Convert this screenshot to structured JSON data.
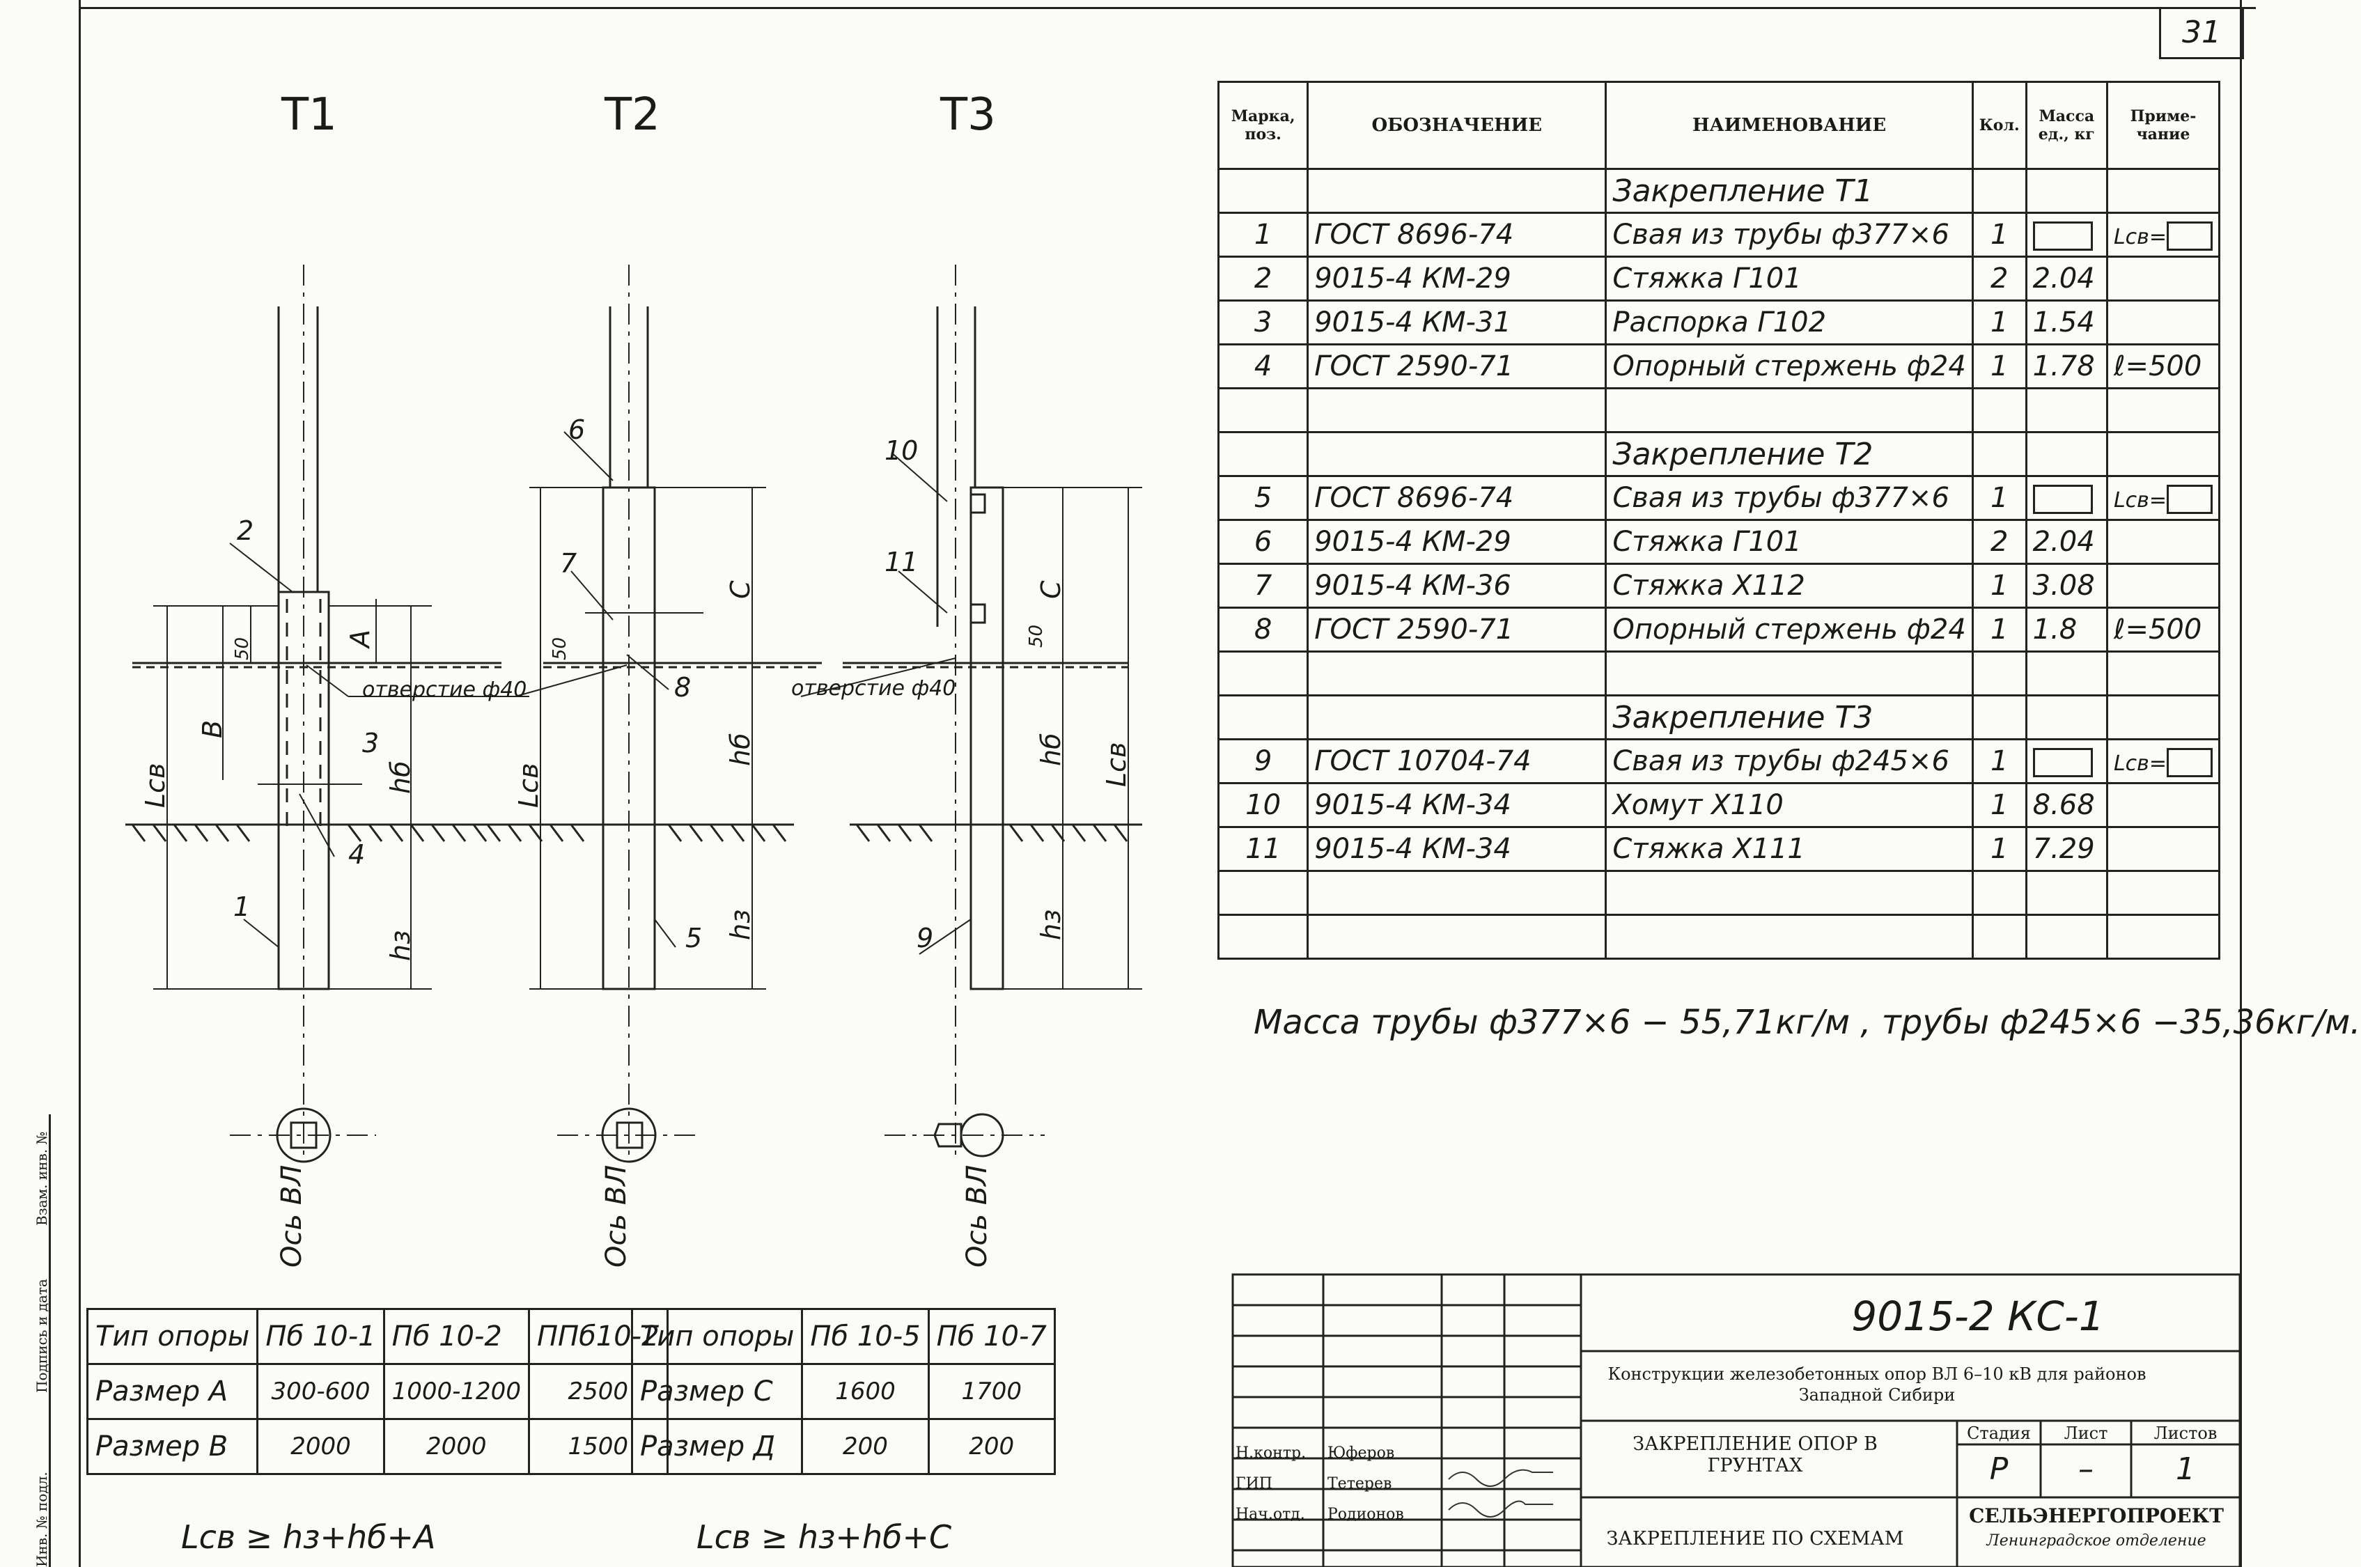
{
  "sheet": {
    "number": "31"
  },
  "diagram": {
    "titles": [
      "T1",
      "T2",
      "T3"
    ],
    "axis_label": "Ось ВЛ",
    "hole_label": "отверстие ф40",
    "dims": {
      "A": "A",
      "B": "B",
      "C": "C",
      "h3": "hз",
      "hb": "hб",
      "lcb": "Lсв",
      "d50": "50"
    },
    "callouts": {
      "t1": [
        "1",
        "2",
        "3",
        "4"
      ],
      "t2": [
        "5",
        "6",
        "7",
        "8"
      ],
      "t3": [
        "9",
        "10",
        "11"
      ]
    }
  },
  "spec_table": {
    "headers": {
      "mark": "Марка, поз.",
      "designation": "ОБОЗНАЧЕНИЕ",
      "name": "НАИМЕНОВАНИЕ",
      "qty": "Кол.",
      "mass": "Масса ед., кг",
      "note": "Приме-чание"
    },
    "rows": [
      {
        "group": "Закрепление Т1"
      },
      {
        "pos": "1",
        "doc": "ГОСТ 8696-74",
        "name": "Свая из трубы ф377×6",
        "qty": "1",
        "mass": "",
        "box": true,
        "note": "Lсв="
      },
      {
        "pos": "2",
        "doc": "9015-4 КМ-29",
        "name": "Стяжка Г101",
        "qty": "2",
        "mass": "2.04",
        "note": ""
      },
      {
        "pos": "3",
        "doc": "9015-4 КМ-31",
        "name": "Распорка Г102",
        "qty": "1",
        "mass": "1.54",
        "note": ""
      },
      {
        "pos": "4",
        "doc": "ГОСТ 2590-71",
        "name": "Опорный стержень ф24",
        "qty": "1",
        "mass": "1.78",
        "note": "ℓ=500"
      },
      {
        "blank": true
      },
      {
        "group": "Закрепление Т2"
      },
      {
        "pos": "5",
        "doc": "ГОСТ 8696-74",
        "name": "Свая из трубы ф377×6",
        "qty": "1",
        "mass": "",
        "box": true,
        "note": "Lсв="
      },
      {
        "pos": "6",
        "doc": "9015-4 КМ-29",
        "name": "Стяжка Г101",
        "qty": "2",
        "mass": "2.04",
        "note": ""
      },
      {
        "pos": "7",
        "doc": "9015-4 КМ-36",
        "name": "Стяжка Х112",
        "qty": "1",
        "mass": "3.08",
        "note": ""
      },
      {
        "pos": "8",
        "doc": "ГОСТ 2590-71",
        "name": "Опорный стержень ф24",
        "qty": "1",
        "mass": "1.8",
        "note": "ℓ=500"
      },
      {
        "blank": true
      },
      {
        "group": "Закрепление Т3"
      },
      {
        "pos": "9",
        "doc": "ГОСТ 10704-74",
        "name": "Свая из трубы ф245×6",
        "qty": "1",
        "mass": "",
        "box": true,
        "note": "Lсв="
      },
      {
        "pos": "10",
        "doc": "9015-4 КМ-34",
        "name": "Хомут Х110",
        "qty": "1",
        "mass": "8.68",
        "note": ""
      },
      {
        "pos": "11",
        "doc": "9015-4 КМ-34",
        "name": "Стяжка Х111",
        "qty": "1",
        "mass": "7.29",
        "note": ""
      },
      {
        "blank": true
      },
      {
        "blank": true
      }
    ]
  },
  "mass_note": "Масса трубы ф377×6 − 55,71кг/м , трубы ф245×6 −35,36кг/м.",
  "size_table_1": {
    "header": [
      "Тип опоры",
      "Пб 10-1",
      "Пб 10-2",
      "ППб10-2"
    ],
    "rows": [
      [
        "Размер А",
        "300-600",
        "1000-1200",
        "2500"
      ],
      [
        "Размер В",
        "2000",
        "2000",
        "1500"
      ]
    ]
  },
  "size_table_2": {
    "header": [
      "Тип опоры",
      "Пб 10-5",
      "Пб 10-7"
    ],
    "rows": [
      [
        "Размер С",
        "1600",
        "1700"
      ],
      [
        "Размер Д",
        "200",
        "200"
      ]
    ]
  },
  "formulas": [
    "Lсв ≥ hз+hб+A",
    "Lсв ≥ hз+hб+C"
  ],
  "title_block": {
    "code": "9015-2 КС-1",
    "description": "Конструкции железобетонных опор ВЛ 6–10 кВ для районов Западной Сибири",
    "sheet_title": "ЗАКРЕПЛЕНИЕ ОПОР В ГРУНТАХ",
    "sheet_title2": "ЗАКРЕПЛЕНИЕ ПО СХЕМАМ",
    "stage_label": "Стадия",
    "sheet_label": "Лист",
    "sheets_label": "Листов",
    "stage": "Р",
    "sheet": "–",
    "sheets": "1",
    "roles": [
      {
        "role": "Н.контр.",
        "name": "Юферов"
      },
      {
        "role": "ГИП",
        "name": "Тетерев"
      },
      {
        "role": "Нач.отд.",
        "name": "Родионов"
      }
    ],
    "org": "СЕЛЬЭНЕРГОПРОЕКТ",
    "org_sub": "Ленинградское отделение"
  },
  "side_stamp": [
    "Инв. № подл.",
    "Подпись и дата",
    "Взам. инв. №"
  ]
}
